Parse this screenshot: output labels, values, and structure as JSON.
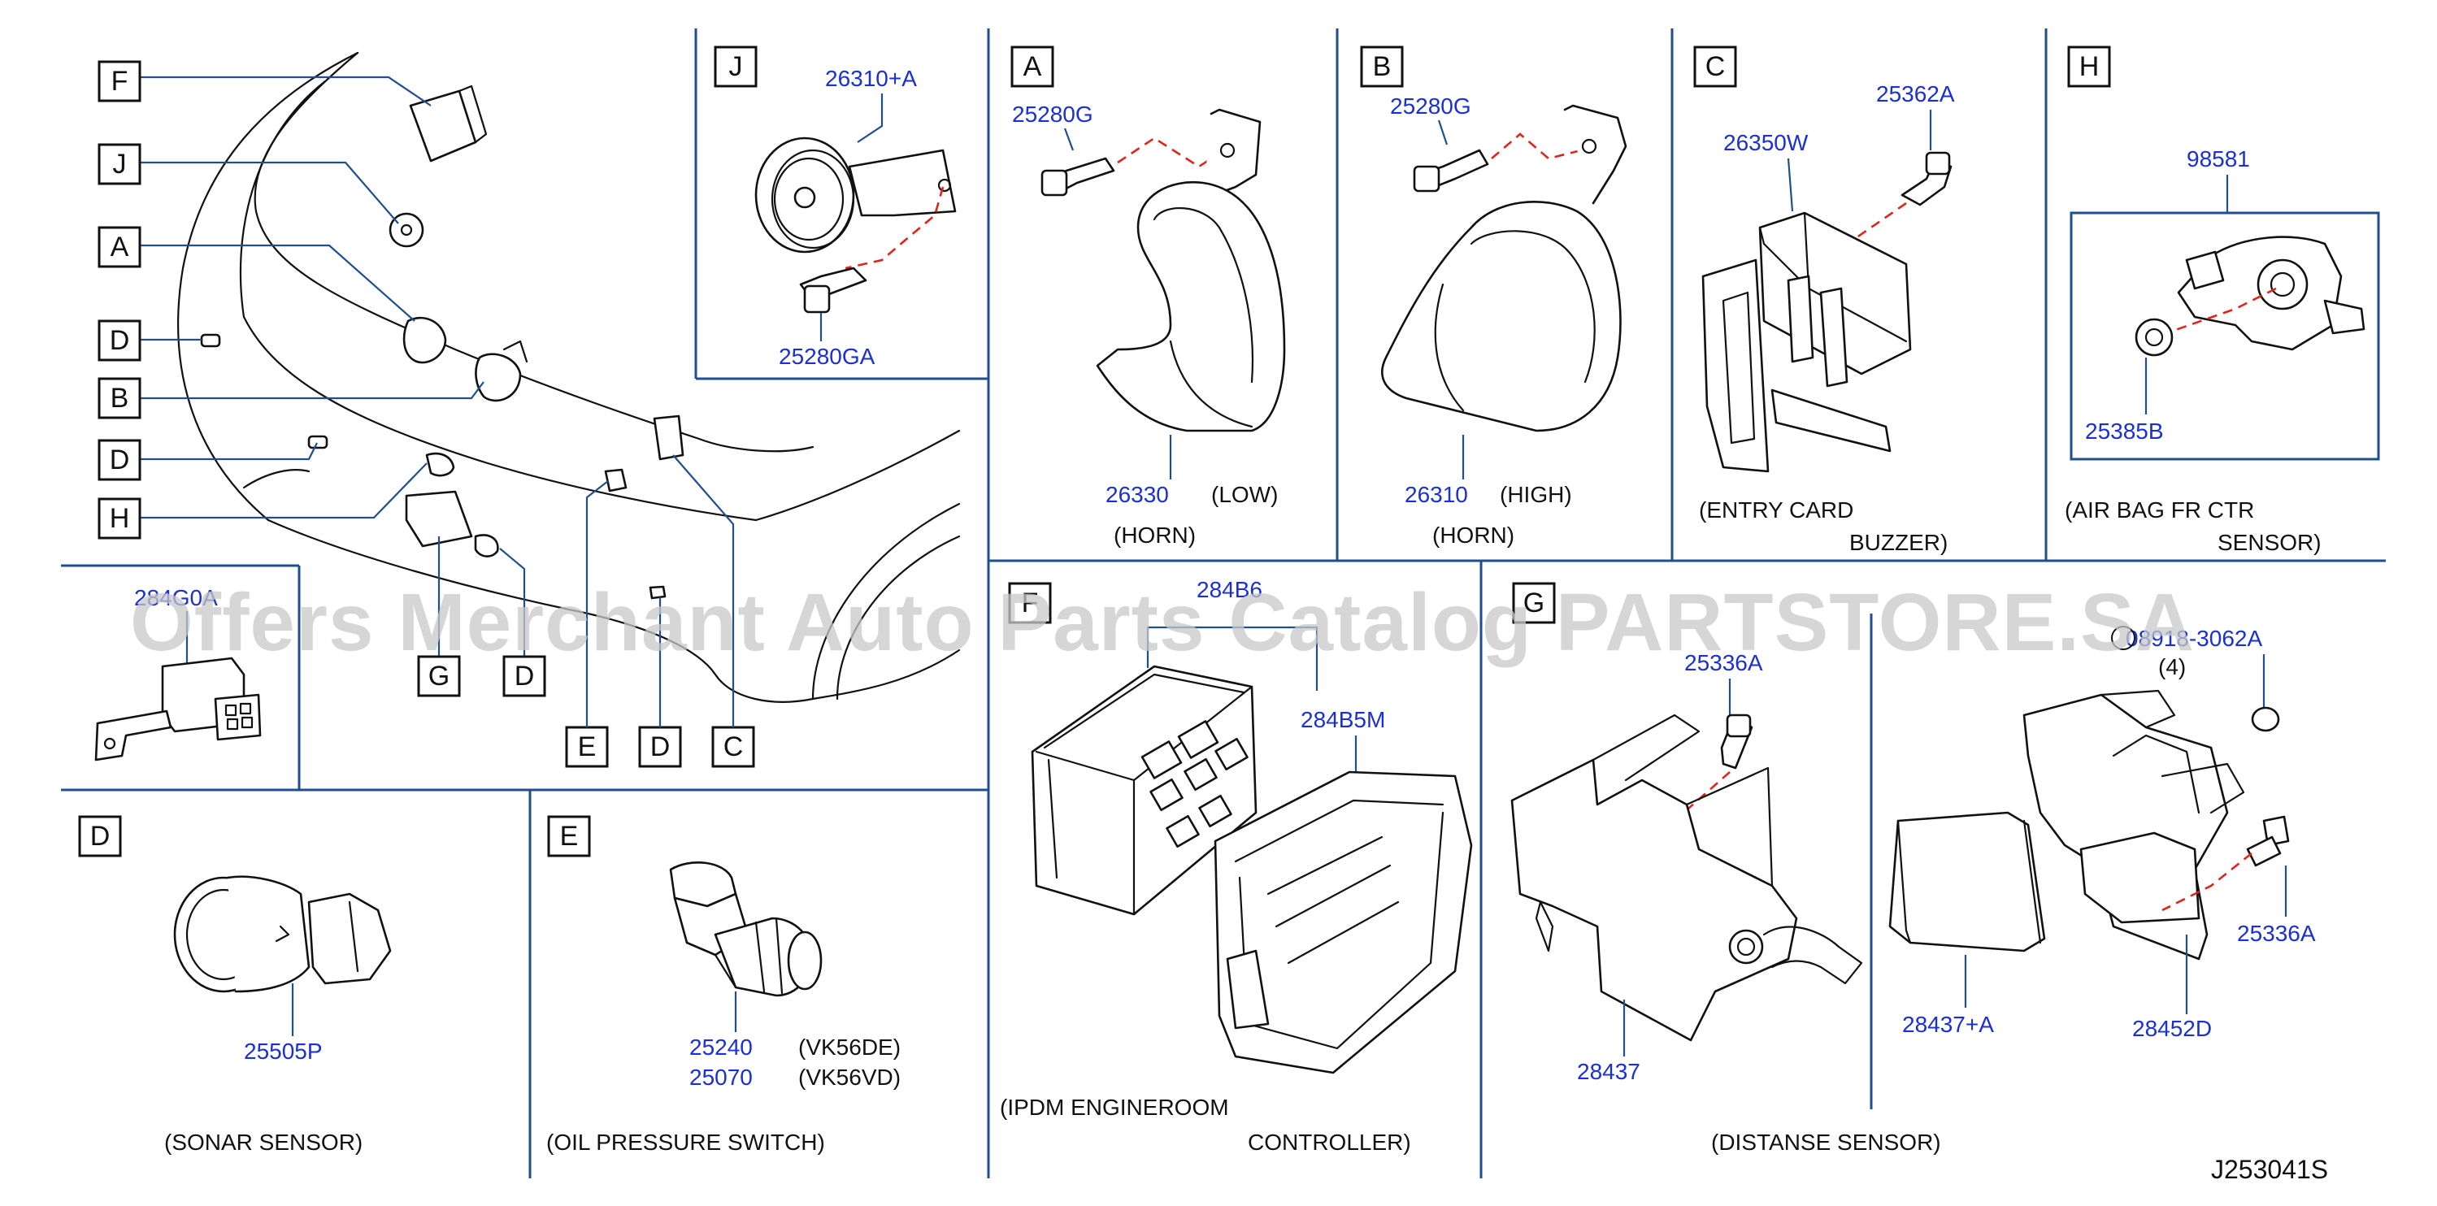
{
  "overview": {
    "labels": {
      "F": "F",
      "J": "J",
      "A": "A",
      "D1": "D",
      "B": "B",
      "D2": "D",
      "H": "H",
      "G": "G",
      "D3": "D",
      "E": "E",
      "D4": "D",
      "C": "C"
    },
    "part_sensor": "284G0A"
  },
  "panels": {
    "J": {
      "letter": "J",
      "parts": {
        "horn": "26310+A",
        "bolt": "25280GA"
      }
    },
    "A": {
      "letter": "A",
      "parts": {
        "bolt": "25280G",
        "horn": "26330"
      },
      "variant": "(LOW)",
      "caption": "(HORN)"
    },
    "B": {
      "letter": "B",
      "parts": {
        "bolt": "25280G",
        "horn": "26310"
      },
      "variant": "(HIGH)",
      "caption": "(HORN)"
    },
    "C": {
      "letter": "C",
      "parts": {
        "buzzer": "26350W",
        "bolt": "25362A"
      },
      "caption_line1": "(ENTRY   CARD",
      "caption_line2": "BUZZER)"
    },
    "H": {
      "letter": "H",
      "parts": {
        "sensor": "98581",
        "nut": "25385B"
      },
      "caption_line1": "(AIR   BAG   FR   CTR",
      "caption_line2": "SENSOR)"
    },
    "F": {
      "letter": "F",
      "parts": {
        "ipdm": "284B6",
        "bracket": "284B5M"
      },
      "caption_line1": "(IPDM   ENGINEROOM",
      "caption_line2": "CONTROLLER)"
    },
    "G": {
      "letter": "G",
      "parts": {
        "bolt_top": "25336A",
        "unit": "28437",
        "bolt_ref": "08918-3062A",
        "qty": "(4)",
        "sensor": "28437+A",
        "bolt_right": "25336A",
        "bracket": "28452D"
      },
      "caption": "(DISTANSE   SENSOR)"
    },
    "D": {
      "letter": "D",
      "parts": {
        "sensor": "25505P"
      },
      "caption": "(SONAR   SENSOR)"
    },
    "E": {
      "letter": "E",
      "parts": {
        "switch1": "25240",
        "switch2": "25070"
      },
      "engine1": "(VK56DE)",
      "engine2": "(VK56VD)",
      "caption": "(OIL   PRESSURE   SWITCH)"
    }
  },
  "watermark": "Offers Merchant Auto Parts Catalog PARTSTORE.SA",
  "diagram_code": "J253041S",
  "colors": {
    "divider": "#1f4f8e",
    "part_number": "#1a2fd8",
    "centerline": "#e2231a",
    "watermark": "#c8c8c8"
  }
}
